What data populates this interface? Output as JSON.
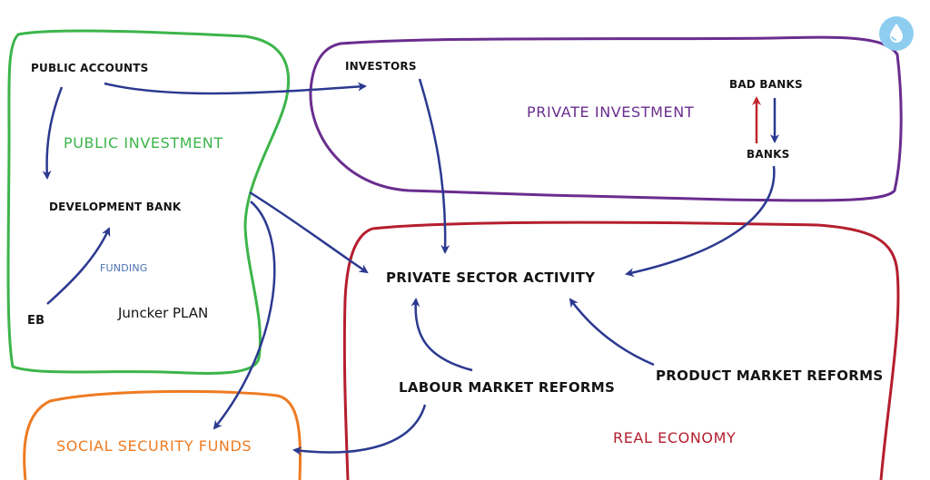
{
  "colors": {
    "public": "#3cb54a",
    "private": "#6a2d8f",
    "real": "#b51e2e",
    "social": "#ee7b22",
    "arrow": "#2b3990",
    "bad_bank_arrow": "#c0272d",
    "funding": "#4a6fb5",
    "badge": "#8ecdf0"
  },
  "regions": {
    "public_investment": "PUBLIC INVESTMENT",
    "private_investment": "PRIVATE INVESTMENT",
    "real_economy": "REAL ECONOMY",
    "social_security_funds": "SOCIAL SECURITY FUNDS"
  },
  "nodes": {
    "public_accounts": "PUBLIC ACCOUNTS",
    "development_bank": "DEVELOPMENT BANK",
    "eb": "EB",
    "funding": "FUNDING",
    "juncker_plan": "Juncker PLAN",
    "investors": "INVESTORS",
    "bad_banks": "BAD BANKS",
    "banks": "BANKS",
    "private_sector_activity": "PRIVATE SECTOR ACTIVITY",
    "labour_market_reforms": "LABOUR MARKET REFORMS",
    "product_market_reforms": "PRODUCT MARKET REFORMS"
  },
  "icons": {
    "corner_badge": "water-drop-icon"
  }
}
